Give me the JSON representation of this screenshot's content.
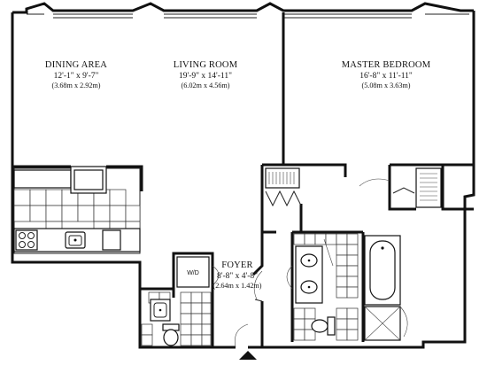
{
  "rooms": {
    "dining": {
      "name": "DINING AREA",
      "dim_imperial": "12'-1\" x 9'-7\"",
      "dim_metric": "(3.68m x 2.92m)"
    },
    "living": {
      "name": "LIVING ROOM",
      "dim_imperial": "19'-9\" x 14'-11\"",
      "dim_metric": "(6.02m x 4.56m)"
    },
    "master": {
      "name": "MASTER BEDROOM",
      "dim_imperial": "16'-8\" x 11'-11\"",
      "dim_metric": "(5.08m x 3.63m)"
    },
    "foyer": {
      "name": "FOYER",
      "dim_imperial": "8'-8\" x 4'-8\"",
      "dim_metric": "(2.64m x 1.42m)"
    }
  },
  "labels": {
    "washer_dryer": "W/D"
  },
  "colors": {
    "wall": "#111111",
    "background": "#ffffff"
  },
  "icons": [
    "entry-arrow-icon",
    "bathtub-icon",
    "toilet-icon",
    "sink-icon",
    "stove-icon",
    "shower-icon",
    "closet-rod-icon"
  ]
}
